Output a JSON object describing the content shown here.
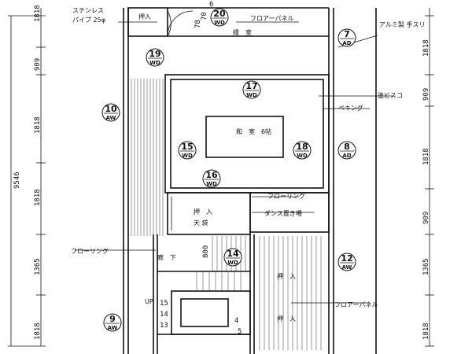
{
  "dimensions": {
    "total": "9546",
    "left_1818_a": "1818",
    "left_909": "909",
    "left_1818_b": "1818",
    "left_1818_c": "1818",
    "left_1365": "1365",
    "left_1818_d": "1818",
    "right_1818_a": "1818",
    "right_909_a": "909",
    "right_1818_b": "1818",
    "right_909_b": "909",
    "right_1365": "1365",
    "right_1818_c": "1818",
    "top_small_a": "6",
    "top_small_b": "70",
    "top_small_c": "78",
    "stair_800": "800"
  },
  "tags": [
    {
      "num": "20",
      "code": "WD"
    },
    {
      "num": "7",
      "code": "AD"
    },
    {
      "num": "19",
      "code": "WD"
    },
    {
      "num": "17",
      "code": "WD"
    },
    {
      "num": "10",
      "code": "AW"
    },
    {
      "num": "15",
      "code": "WD"
    },
    {
      "num": "18",
      "code": "WD"
    },
    {
      "num": "8",
      "code": "AD"
    },
    {
      "num": "16",
      "code": "WD"
    },
    {
      "num": "14",
      "code": "WD"
    },
    {
      "num": "12",
      "code": "AW"
    },
    {
      "num": "9",
      "code": "AW"
    }
  ],
  "labels": {
    "stainless": "ステンレス",
    "pipe": "パイプ 25φ",
    "oshiire_top": "押入",
    "floor_panel_top": "フロアーパネル",
    "aluminum": "アルミ製 手スリ",
    "veranda": "縁　室",
    "plaster": "塗ビスコ",
    "pekinga": "ペキング",
    "washitsu": "和　室　6帖",
    "flooring_mid": "フローリング",
    "tansu": "ダンス置き場",
    "oshiire": "押　入",
    "futon": "天 袋",
    "flooring_left": "フローリング",
    "rouka": "廊　下",
    "oshiire_b1": "押　入",
    "oshiire_b2": "押　入",
    "floor_panel_bottom": "フロアーパネル",
    "stair_up": "UP"
  },
  "stair_numbers": [
    "15",
    "14",
    "13",
    "4",
    "5"
  ]
}
